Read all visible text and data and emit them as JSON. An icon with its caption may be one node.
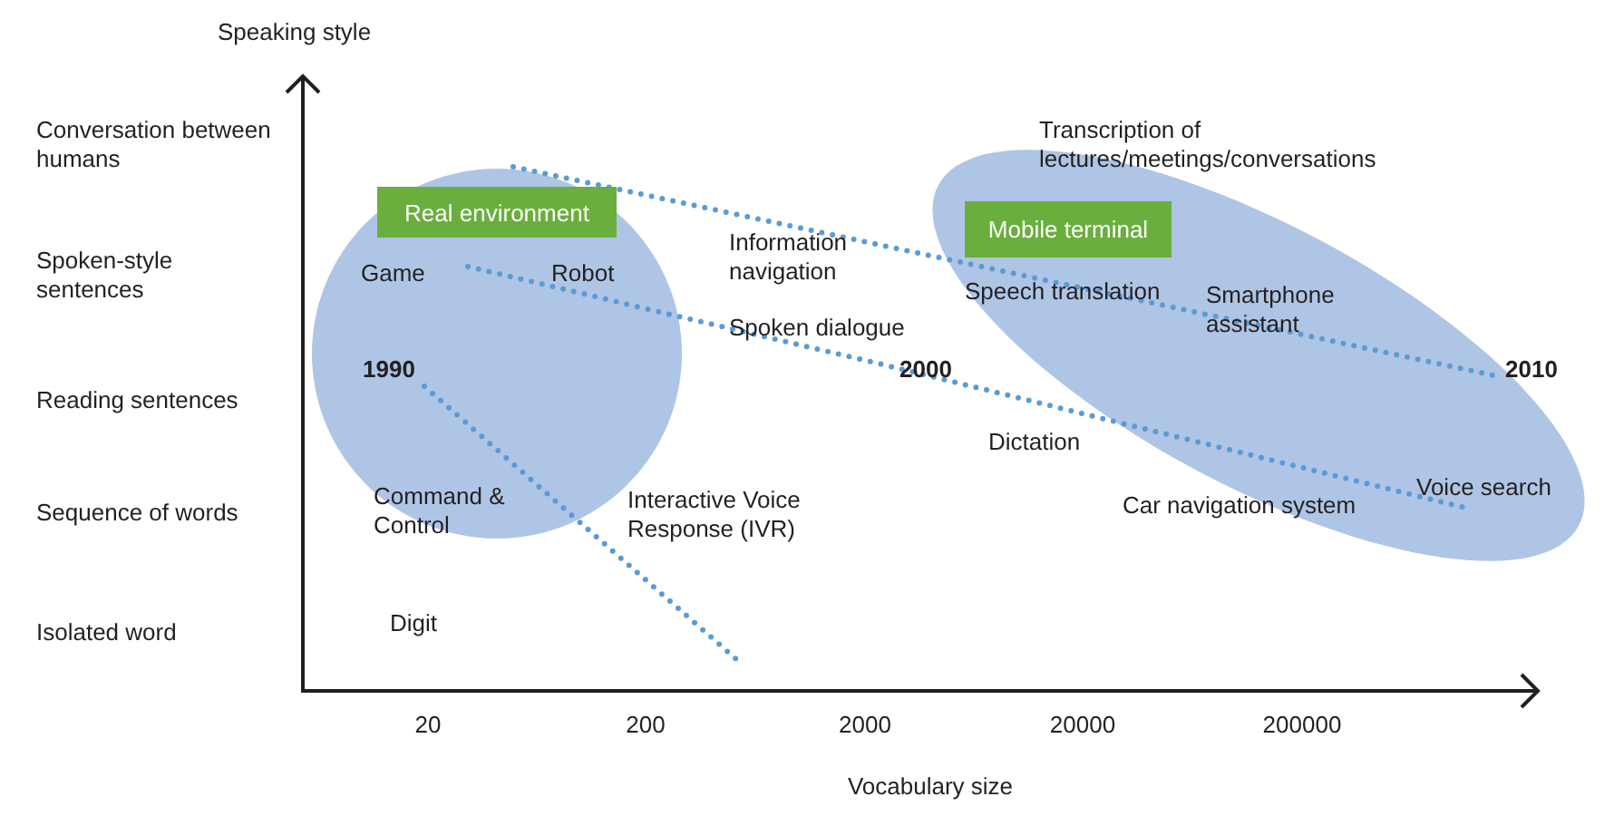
{
  "diagram": {
    "nodes": [
      {
        "text": [
          "Real environment"
        ]
      },
      {
        "text": [
          "Mobile terminal"
        ]
      }
    ],
    "labels": [
      "Speaking style",
      "Conversation between humans",
      "Transcription of lectures/meetings/conversations",
      "Spoken-style sentences",
      "Game",
      "Robot",
      "Information navigation",
      "Spoken dialogue",
      "Speech translation",
      "Smartphone assistant",
      "Reading sentences",
      "1990",
      "2000",
      "2010",
      "Dictation",
      "Sequence of words",
      "Command & Control",
      "Interactive Voice Response (IVR)",
      "Car navigation system",
      "Voice search",
      "Isolated word",
      "Digit",
      "20",
      "200",
      "2000",
      "20000",
      "200000",
      "Vocabulary size"
    ]
  }
}
